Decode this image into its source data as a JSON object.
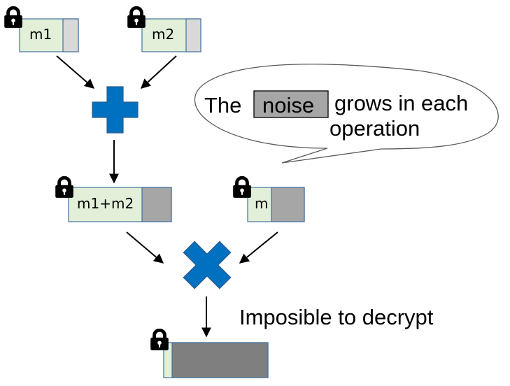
{
  "ciphertexts": {
    "input_1": {
      "label": "m1"
    },
    "input_2": {
      "label": "m2"
    },
    "sum": {
      "label": "m1+m2"
    },
    "input_3": {
      "label": "m"
    },
    "result": {
      "label": ""
    }
  },
  "operations": {
    "first": {
      "icon": "plus-icon"
    },
    "second": {
      "icon": "multiply-icon"
    }
  },
  "callout": {
    "prefix": "The",
    "highlight": "noise",
    "line1_suffix": "grows in each",
    "line2": "operation"
  },
  "note": {
    "text": "Imposible to decrypt"
  },
  "colors": {
    "plaintext_fill": "#e2f0d9",
    "box_border": "#41719c",
    "noise_light": "#d9d9d9",
    "noise_medium": "#a6a6a6",
    "noise_dark": "#7f7f7f",
    "operation_fill": "#0070c0",
    "lock": "#000000",
    "arrow": "#000000"
  },
  "noise_levels": {
    "input_1": 0.21,
    "input_2": 0.21,
    "sum": 0.29,
    "input_3": 0.58,
    "result": 0.92
  }
}
